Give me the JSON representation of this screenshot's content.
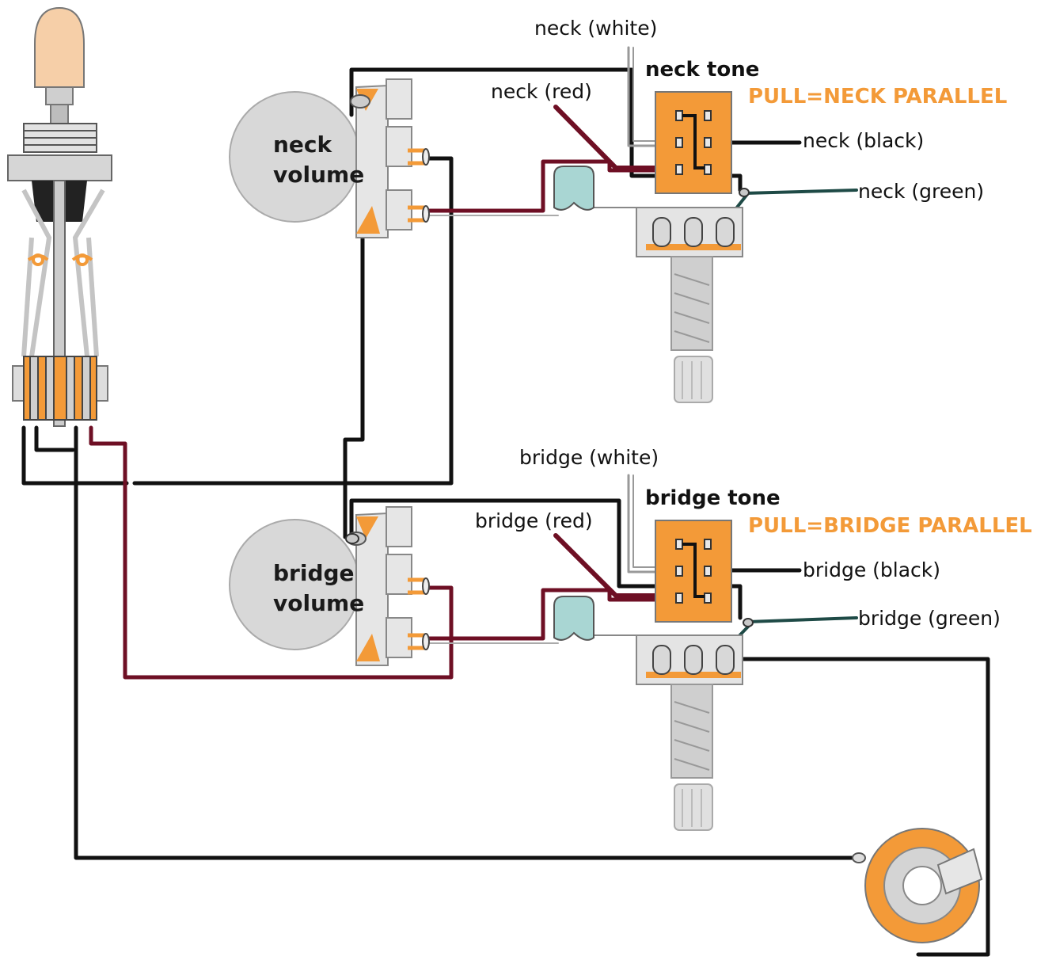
{
  "colors": {
    "wire_black": "#111111",
    "wire_red": "#6e0f24",
    "wire_green": "#1e4a46",
    "wire_white": "#9a9a9a",
    "orange": "#f39a38",
    "pot_body": "#d8d8d8",
    "capacitor": "#a9d6d3",
    "metal": "#c8c8c8"
  },
  "labels": {
    "neck_volume_1": "neck",
    "neck_volume_2": "volume",
    "bridge_volume_1": "bridge",
    "bridge_volume_2": "volume",
    "neck_tone": "neck tone",
    "neck_pull": "PULL=NECK PARALLEL",
    "bridge_tone": "bridge tone",
    "bridge_pull": "PULL=BRIDGE PARALLEL",
    "neck_white": "neck (white)",
    "neck_red": "neck (red)",
    "neck_black": "neck (black)",
    "neck_green": "neck (green)",
    "bridge_white": "bridge (white)",
    "bridge_red": "bridge (red)",
    "bridge_black": "bridge (black)",
    "bridge_green": "bridge (green)"
  },
  "icons": {
    "toggle_switch": "three-way-toggle-switch-icon",
    "pot": "potentiometer-icon",
    "push_pull_pot": "push-pull-pot-icon",
    "capacitor": "capacitor-icon",
    "output_jack": "output-jack-icon"
  }
}
